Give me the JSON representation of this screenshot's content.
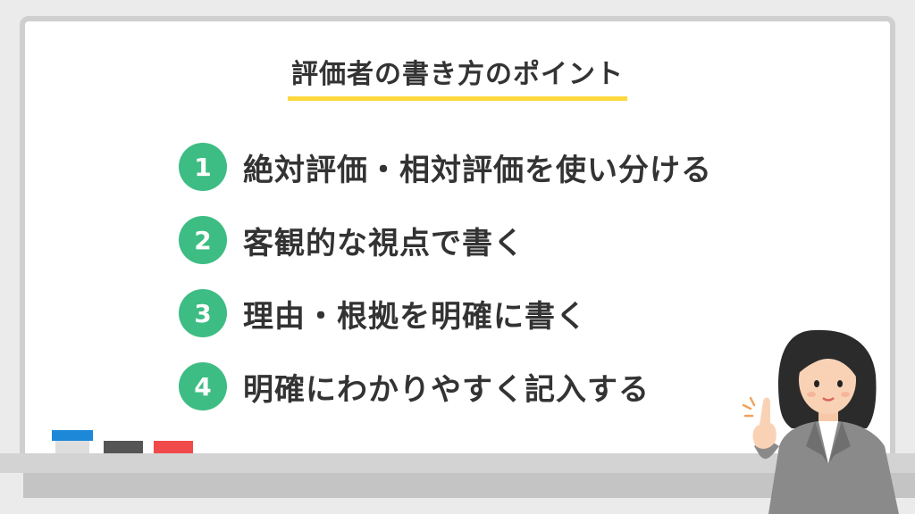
{
  "title": "評価者の書き方のポイント",
  "items": [
    {
      "num": "1",
      "label": "絶対評価・相対評価を使い分ける"
    },
    {
      "num": "2",
      "label": "客観的な視点で書く"
    },
    {
      "num": "3",
      "label": "理由・根拠を明確に書く"
    },
    {
      "num": "4",
      "label": "明確にわかりやすく記入する"
    }
  ],
  "colors": {
    "accent_circle": "#3dbd83",
    "title_underline": "#ffd93b",
    "marker_blue": "#1e88d8",
    "marker_black": "#555555",
    "marker_red": "#f04a4a"
  },
  "icons": [
    "teacher-illustration",
    "marker-blue-icon",
    "marker-black-icon",
    "marker-red-icon"
  ]
}
